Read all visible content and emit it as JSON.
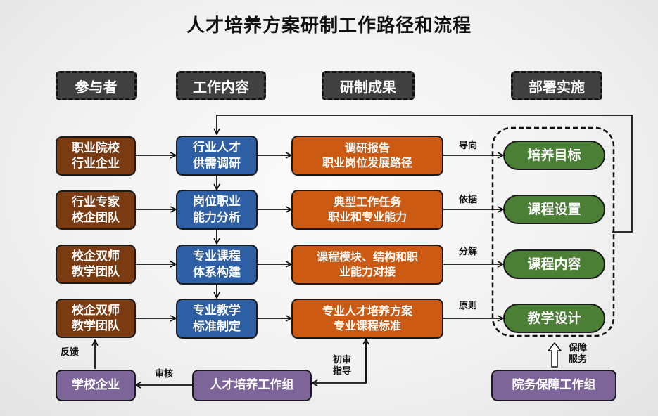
{
  "title": "人才培养方案研制工作路径和流程",
  "headers": [
    "参与者",
    "工作内容",
    "研制成果",
    "部署实施"
  ],
  "participants": [
    {
      "line1": "职业院校",
      "line2": "行业企业"
    },
    {
      "line1": "行业专家",
      "line2": "校企团队"
    },
    {
      "line1": "校企双师",
      "line2": "教学团队"
    },
    {
      "line1": "校企双师",
      "line2": "教学团队"
    }
  ],
  "work": [
    {
      "line1": "行业人才",
      "line2": "供需调研"
    },
    {
      "line1": "岗位职业",
      "line2": "能力分析"
    },
    {
      "line1": "专业课程",
      "line2": "体系构建"
    },
    {
      "line1": "专业教学",
      "line2": "标准制定"
    }
  ],
  "results": [
    {
      "line1": "调研报告",
      "line2": "职业岗位发展路径"
    },
    {
      "line1": "典型工作任务",
      "line2": "职业和专业能力"
    },
    {
      "line1": "课程模块、结构和职",
      "line2": "业能力对接"
    },
    {
      "line1": "专业人才培养方案",
      "line2": "专业课程标准"
    }
  ],
  "deployment": [
    "培养目标",
    "课程设置",
    "课程内容",
    "教学设计"
  ],
  "relations": [
    "导向",
    "依据",
    "分解",
    "原则"
  ],
  "bottom": {
    "school_enterprise": "学校企业",
    "talent_group": "人才培养工作组",
    "service_group": "院务保障工作组",
    "feedback": "反馈",
    "review": "审核",
    "initial_review_1": "初审",
    "initial_review_2": "指导",
    "guarantee_1": "保障",
    "guarantee_2": "服务"
  },
  "colors": {
    "participant": "#7a3a12",
    "work": "#2e5ea3",
    "result": "#cc5a13",
    "deployment": "#4b7f35",
    "group": "#7d6599",
    "header": "#404040"
  }
}
